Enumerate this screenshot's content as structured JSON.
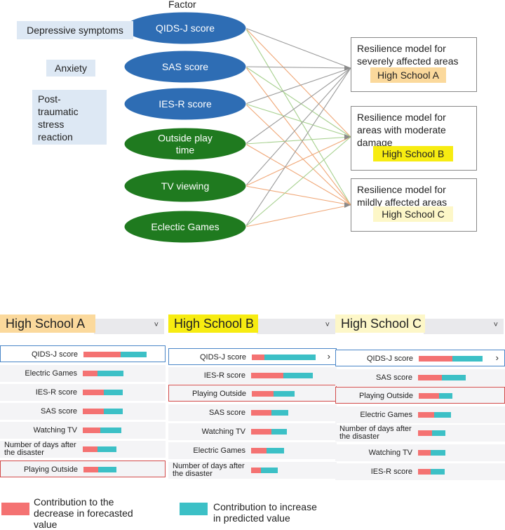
{
  "factor_heading": "Factor",
  "categories": {
    "depression": "Depressive symptoms",
    "anxiety": "Anxiety",
    "ptsr": [
      "Post-",
      "traumatic",
      "stress",
      "reaction"
    ]
  },
  "factors": [
    {
      "label": [
        "QIDS-J score"
      ],
      "color": "#2e6db4"
    },
    {
      "label": [
        "SAS score"
      ],
      "color": "#2e6db4"
    },
    {
      "label": [
        "IES-R score"
      ],
      "color": "#2e6db4"
    },
    {
      "label": [
        "Outside play",
        "time"
      ],
      "color": "#1f7a1f"
    },
    {
      "label": [
        "TV viewing"
      ],
      "color": "#1f7a1f"
    },
    {
      "label": [
        "Eclectic Games"
      ],
      "color": "#1f7a1f"
    }
  ],
  "models": [
    {
      "text": [
        "Resilience model for",
        "severely affected areas"
      ],
      "school": "High School A",
      "highlight": "#fbd99c"
    },
    {
      "text": [
        "Resilience model for",
        "areas with moderate",
        "damage"
      ],
      "school": "High School B",
      "highlight": "#f7ec11"
    },
    {
      "text": [
        "Resilience model for",
        "mildly affected areas"
      ],
      "school": "High School C",
      "highlight": "#fdf7c8"
    }
  ],
  "connector_colors": {
    "gray": "#9a9a9a",
    "orange": "#f0a878",
    "green": "#a6d08e"
  },
  "panels": [
    {
      "title": "High School A",
      "title_bg": "#fbd99c",
      "chevron": "˅",
      "rows": [
        {
          "label": "QIDS-J score",
          "dec": 0.41,
          "inc": 0.28,
          "style": "first"
        },
        {
          "label": "Electric Games",
          "dec": 0.16,
          "inc": 0.29
        },
        {
          "label": "IES-R score",
          "dec": 0.23,
          "inc": 0.21
        },
        {
          "label": "SAS score",
          "dec": 0.23,
          "inc": 0.21
        },
        {
          "label": "Watching TV",
          "dec": 0.19,
          "inc": 0.23
        },
        {
          "label": "Number of days after the disaster",
          "dec": 0.16,
          "inc": 0.21,
          "two": true
        },
        {
          "label": "Playing Outside",
          "dec": 0.16,
          "inc": 0.2,
          "style": "outlined"
        }
      ]
    },
    {
      "title": "High School B",
      "title_bg": "#f7ec11",
      "chevron": "˅",
      "rows": [
        {
          "label": "QIDS-J score",
          "dec": 0.14,
          "inc": 0.56,
          "style": "first",
          "arrow": "›"
        },
        {
          "label": "IES-R score",
          "dec": 0.35,
          "inc": 0.33
        },
        {
          "label": "Playing Outside",
          "dec": 0.24,
          "inc": 0.23,
          "style": "outlined"
        },
        {
          "label": "SAS score",
          "dec": 0.22,
          "inc": 0.19
        },
        {
          "label": "Watching TV",
          "dec": 0.22,
          "inc": 0.17
        },
        {
          "label": "Electric Games",
          "dec": 0.17,
          "inc": 0.19
        },
        {
          "label": "Number of days after the disaster",
          "dec": 0.11,
          "inc": 0.18,
          "two": true
        }
      ]
    },
    {
      "title": "High School C",
      "title_bg": "#fdf7c8",
      "chevron": "˅",
      "rows": [
        {
          "label": "QIDS-J score",
          "dec": 0.37,
          "inc": 0.33,
          "style": "first",
          "arrow": "›"
        },
        {
          "label": "SAS score",
          "dec": 0.26,
          "inc": 0.26
        },
        {
          "label": "Playing Outside",
          "dec": 0.22,
          "inc": 0.15,
          "style": "outlined"
        },
        {
          "label": "Electric Games",
          "dec": 0.18,
          "inc": 0.18
        },
        {
          "label": "Number of days after the disaster",
          "dec": 0.15,
          "inc": 0.15,
          "two": true
        },
        {
          "label": "Watching TV",
          "dec": 0.14,
          "inc": 0.16
        },
        {
          "label": "IES-R score",
          "dec": 0.14,
          "inc": 0.15
        }
      ]
    }
  ],
  "legend": {
    "decrease": {
      "text": [
        "Contribution to the",
        "decrease in forecasted",
        "value"
      ],
      "color": "#f47272"
    },
    "increase": {
      "text": [
        "Contribution to increase",
        "in predicted value"
      ],
      "color": "#3cc0c6"
    }
  }
}
